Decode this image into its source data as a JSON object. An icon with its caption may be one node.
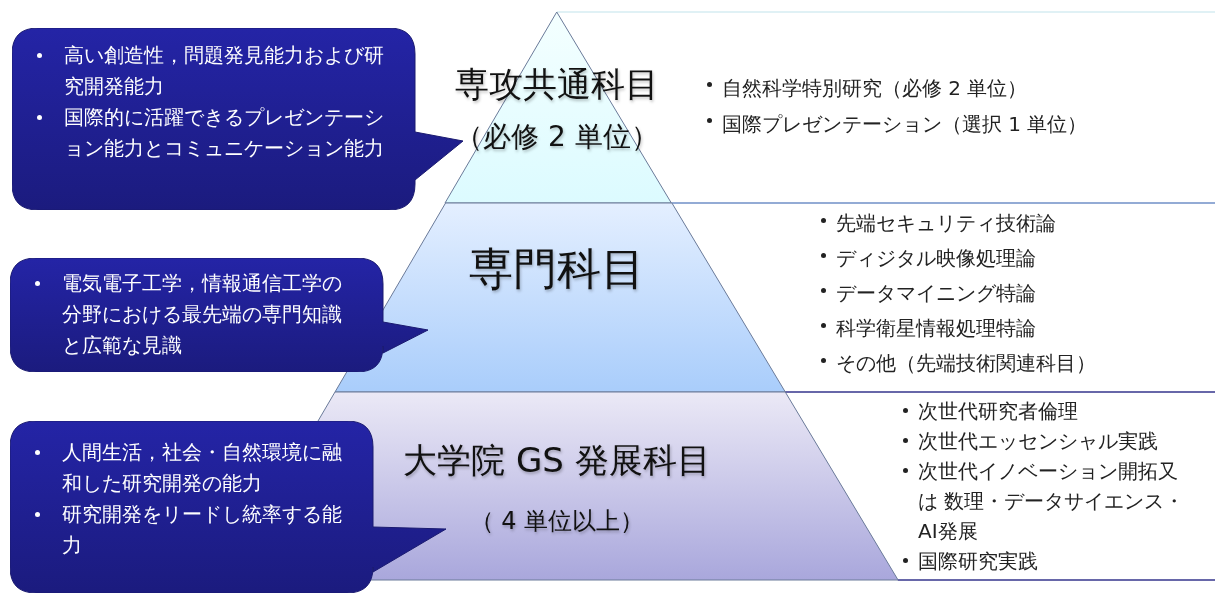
{
  "diagram": {
    "nodes": [
      {
        "text": [
          "専攻共通科目",
          "（必修 2 単位）"
        ],
        "beside": [
          "自然科学特別研究（必修 2 単位）",
          "国際プレゼンテーション（選択 1 単位）"
        ]
      },
      {
        "text": [
          "専門科目"
        ],
        "beside": [
          "先端セキュリティ技術論",
          "ディジタル映像処理論",
          "データマイニング特論",
          "科学衛星情報処理特論",
          "その他（先端技術関連科目）"
        ]
      },
      {
        "text": [
          "大学院 GS 発展科目",
          "（ 4 単位以上）"
        ],
        "beside": [
          "次世代研究者倫理",
          "次世代エッセンシャル実践",
          "次世代イノベーション開拓又は 数理・データサイエンス・AI発展",
          "国際研究実践"
        ]
      },
      {
        "text": [
          "高い創造性，問題発見能力および研究開発能力",
          "国際的に活躍できるプレゼンテーション能力とコミュニケーション能力"
        ]
      },
      {
        "text": [
          "電気電子工学，情報通信工学の分野における最先端の専門知識と広範な見識"
        ]
      },
      {
        "text": [
          "人間生活，社会・自然環境に融和した研究開発の能力",
          "研究開発をリードし統率する能力"
        ]
      }
    ]
  }
}
